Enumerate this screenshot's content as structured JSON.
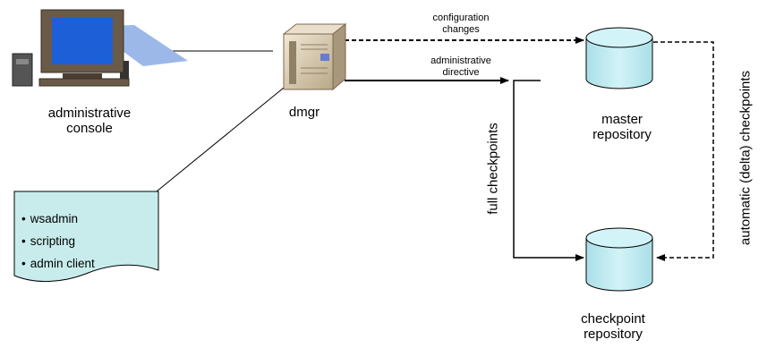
{
  "nodes": {
    "console": {
      "label_line1": "administrative",
      "label_line2": "console"
    },
    "dmgr": {
      "label": "dmgr"
    },
    "master": {
      "label_line1": "master",
      "label_line2": "repository"
    },
    "checkpoint": {
      "label_line1": "checkpoint",
      "label_line2": "repository"
    }
  },
  "note": {
    "items": [
      "wsadmin",
      "scripting",
      "admin client"
    ]
  },
  "edges": {
    "config_changes": {
      "line1": "configuration",
      "line2": "changes"
    },
    "admin_directive": {
      "line1": "administrative",
      "line2": "directive"
    },
    "full_checkpoints": {
      "label": "full checkpoints"
    },
    "delta_checkpoints": {
      "label": "automatic  (delta) checkpoints"
    }
  },
  "colors": {
    "cylinder_fill": "#bfeaf0",
    "note_fill": "#c8ecec",
    "monitor_screen": "#1c5fd6",
    "monitor_shadow": "#9cb8e8"
  }
}
